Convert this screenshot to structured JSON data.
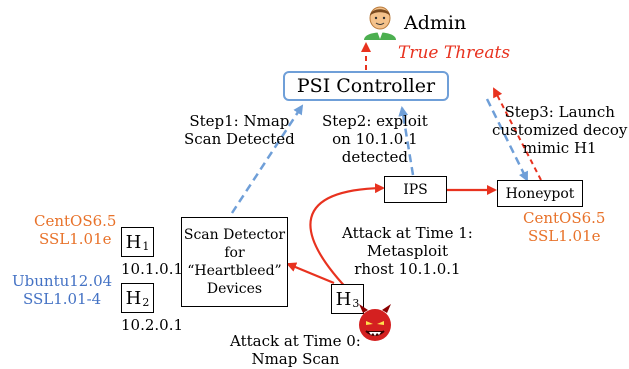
{
  "admin": {
    "label": "Admin",
    "threat_label": "True Threats"
  },
  "controller": {
    "label": "PSI Controller"
  },
  "steps": {
    "step1": [
      "Step1: Nmap",
      "Scan Detected"
    ],
    "step2": [
      "Step2: exploit",
      "on 10.1.0.1",
      "detected"
    ],
    "step3": [
      "Step3: Launch",
      "customized decoy",
      "mimic H1"
    ]
  },
  "nodes": {
    "ips": "IPS",
    "honeypot": "Honeypot",
    "scan_detector": [
      "Scan Detector",
      "for",
      "“Heartbleed”",
      "Devices"
    ]
  },
  "hosts": [
    {
      "name": "H",
      "sub": "1",
      "ip": "10.1.0.1",
      "os": [
        "CentOS6.5",
        "SSL1.01e"
      ]
    },
    {
      "name": "H",
      "sub": "2",
      "ip": "10.2.0.1",
      "os": [
        "Ubuntu12.04",
        "SSL1.01-4"
      ]
    },
    {
      "name": "H",
      "sub": "3"
    }
  ],
  "honeypot_os": [
    "CentOS6.5",
    "SSL1.01e"
  ],
  "attacks": {
    "time1": [
      "Attack at Time 1:",
      "Metasploit",
      "rhost 10.1.0.1"
    ],
    "time0": [
      "Attack at Time 0:",
      "Nmap Scan"
    ]
  },
  "colors": {
    "orange": "#e8722a",
    "blue": "#4472c4",
    "red": "#e8321f",
    "steel_blue": "#6f9fd8"
  },
  "icons": [
    "admin-person-icon",
    "devil-attacker-icon"
  ]
}
